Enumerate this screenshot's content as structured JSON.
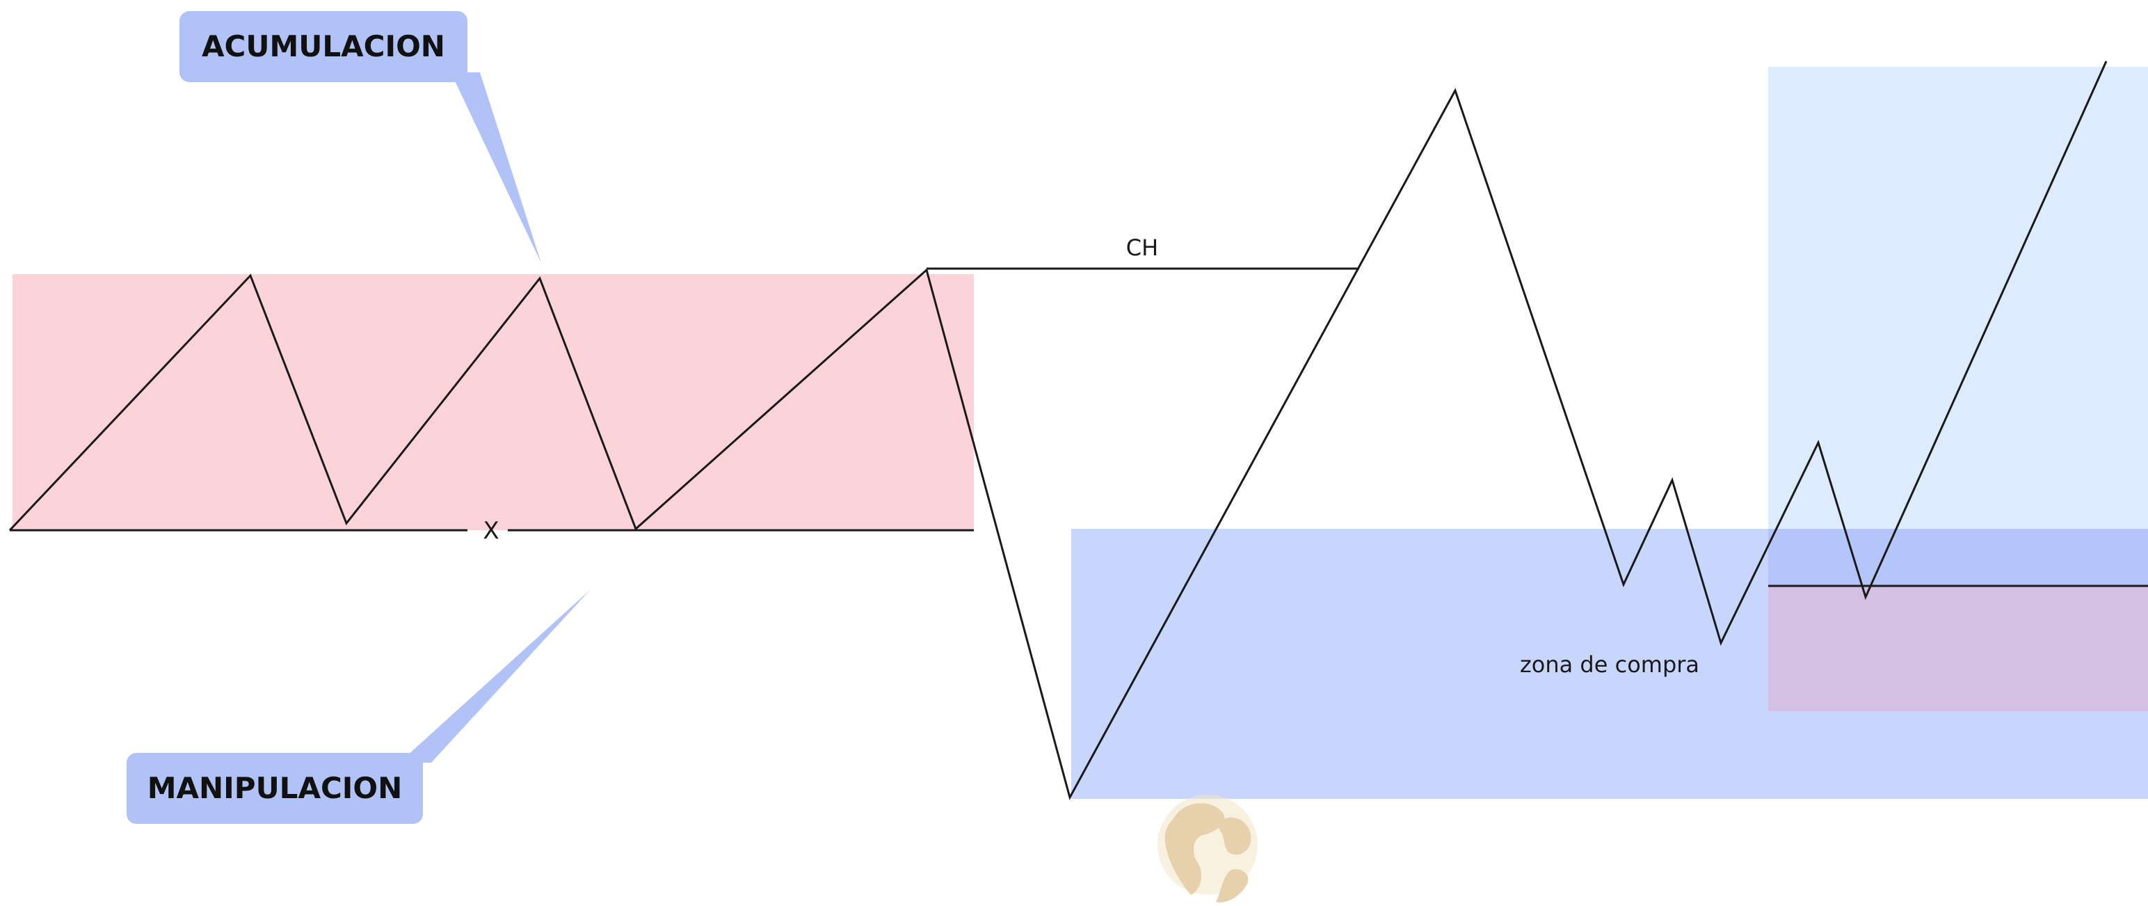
{
  "labels": {
    "acumulacion": "ACUMULACION",
    "manipulacion": "MANIPULACION",
    "ch": "CH",
    "x_mark": "X",
    "zona_compra": "zona de compra"
  },
  "icons": {
    "globe": "globe-icon"
  },
  "colors": {
    "accumulation_zone": "#fdd3da",
    "buy_zone": "#c8d6fd",
    "target_zone": "#deeafd",
    "overlap_zone": "#b4c5fa",
    "stop_zone": "#d3c0e3",
    "callout": "#b1c3f6",
    "price_line": "#1a1a1a"
  }
}
